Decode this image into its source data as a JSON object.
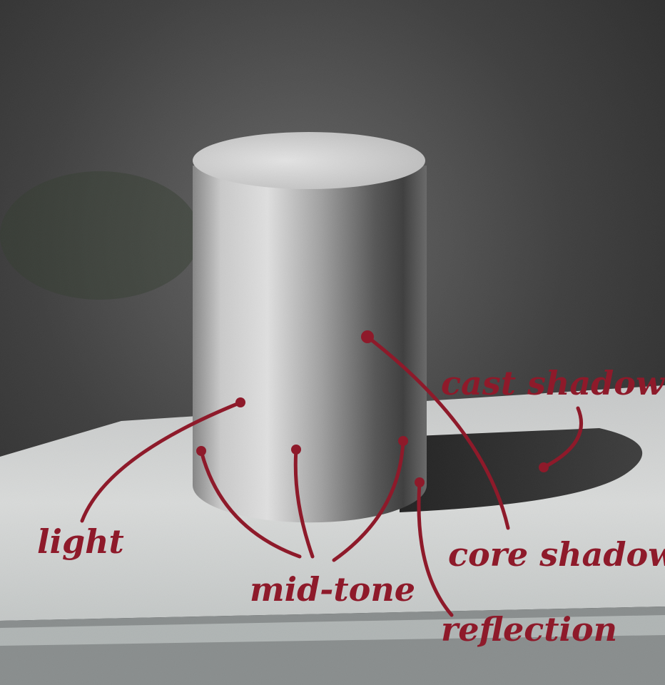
{
  "labels": {
    "light": "light",
    "mid_tone": "mid-tone",
    "cast_shadow": "cast shadow",
    "core_shadow": "core shadow",
    "reflection": "reflection"
  },
  "colors": {
    "annotation": "#8e1a2a",
    "background": "#2a2a2a",
    "table": "#dcdcdc",
    "cylinder_light": "#e8e8e8",
    "cylinder_dark": "#3a3a3a"
  }
}
